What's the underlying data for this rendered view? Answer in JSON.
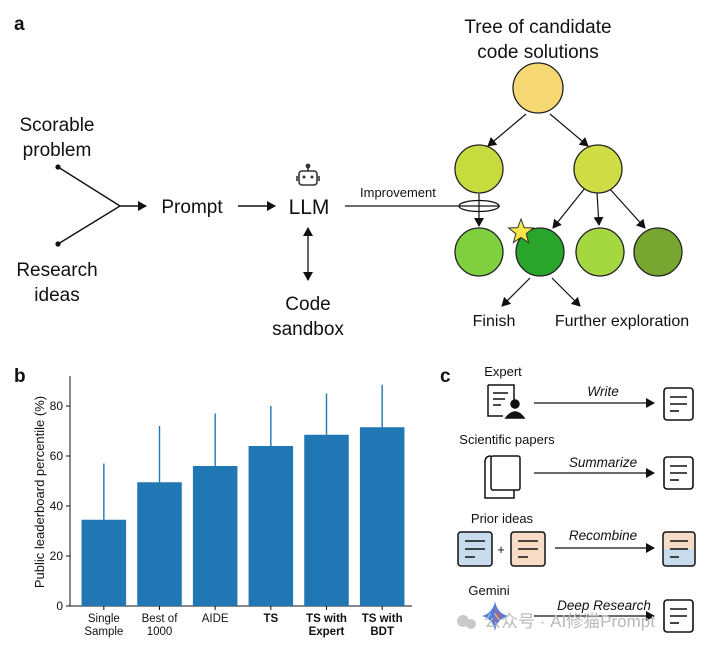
{
  "panel_a": {
    "label": "a",
    "tree_title_line1": "Tree of candidate",
    "tree_title_line2": "code solutions",
    "scorable_line1": "Scorable",
    "scorable_line2": "problem",
    "research_line1": "Research",
    "research_line2": "ideas",
    "prompt": "Prompt",
    "llm": "LLM",
    "sandbox_line1": "Code",
    "sandbox_line2": "sandbox",
    "improvement": "Improvement",
    "finish": "Finish",
    "further": "Further exploration",
    "node_colors": {
      "root": "#f6d874",
      "level1_left": "#c6dc3e",
      "level1_right": "#cfdc44",
      "leaf1": "#7fcf3e",
      "leaf2": "#2aa52c",
      "leaf3": "#a5d740",
      "leaf4": "#77a730"
    },
    "star_color": "#f7e54a"
  },
  "panel_b": {
    "label": "b"
  },
  "chart_data": {
    "type": "bar",
    "categories": [
      "Single\nSample",
      "Best of\n1000",
      "AIDE",
      "TS",
      "TS with\nExpert",
      "TS with\nBDT"
    ],
    "bold_categories": [
      "TS",
      "TS with\nExpert",
      "TS with\nBDT"
    ],
    "values": [
      34.5,
      49.5,
      56,
      64,
      68.5,
      71.5
    ],
    "error_upper": [
      57,
      72,
      77,
      80,
      85,
      88.5
    ],
    "ylabel": "Public leaderboard percentile (%)",
    "yticks": [
      0,
      20,
      40,
      60,
      80
    ],
    "ylim": [
      0,
      92
    ],
    "bar_color": "#2176b4",
    "grid": false
  },
  "panel_c": {
    "label": "c",
    "expert": "Expert",
    "write": "Write",
    "papers": "Scientific papers",
    "summarize": "Summarize",
    "prior": "Prior ideas",
    "plus": "+",
    "recombine": "Recombine",
    "gemini": "Gemini",
    "deep_research": "Deep Research",
    "colors": {
      "blue_doc": "#c9dcee",
      "peach_doc": "#f6dcc6"
    }
  },
  "watermark": {
    "text_a": "公众号 · AI修猫Prompt"
  }
}
